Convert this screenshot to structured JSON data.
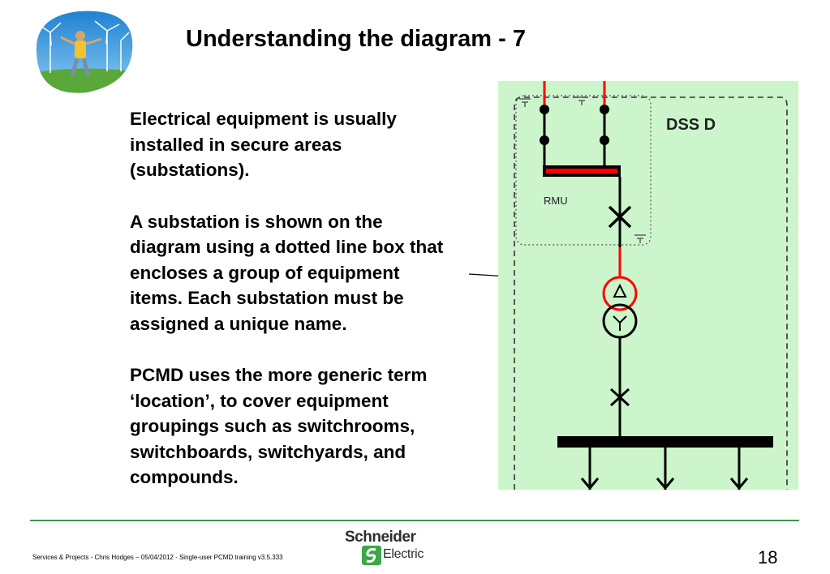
{
  "slide": {
    "title": "Understanding the diagram - 7",
    "paragraphs": [
      "Electrical equipment is usually\ninstalled in secure areas\n(substations).",
      "A substation is shown on the\ndiagram using a dotted line box that\nencloses a group of equipment\nitems.  Each substation must be\nassigned a unique name.",
      "PCMD uses the more generic term\n‘location’, to cover equipment\ngroupings such as switchrooms,\nswitchboards, switchyards, and\ncompounds."
    ]
  },
  "diagram": {
    "substation_label": "DSS D",
    "rmu_label": "RMU",
    "background_color": "#ccf5cc",
    "live_color": "#ff0000"
  },
  "footer": {
    "text": "Services & Projects - Chris Hodges – 05/04/2012 - Single-user PCMD training v3.5.333",
    "brand_name": "Schneider",
    "brand_sub": "Electric",
    "page_number": "18"
  },
  "icons": {
    "logo": "person-wind-turbines-photo-icon",
    "brand_mark": "schneider-electric-logo-icon"
  }
}
